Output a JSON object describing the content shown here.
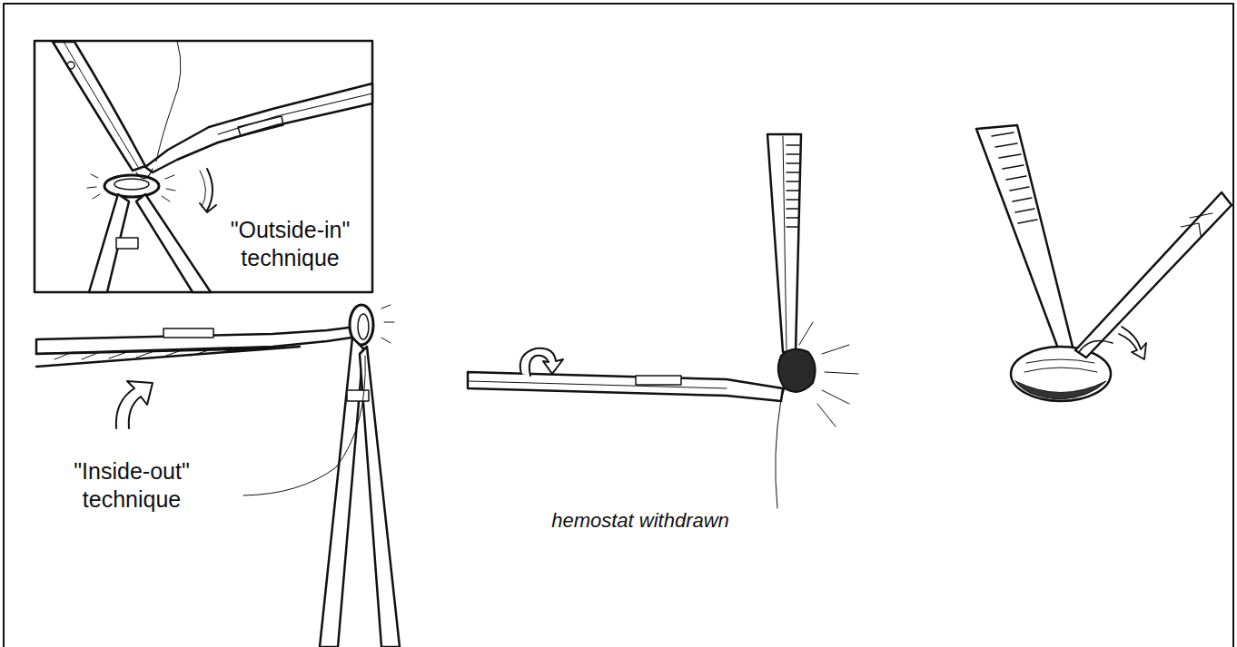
{
  "diagram": {
    "labels": [
      "\"Outside-in\" technique",
      "\"Inside-out\" technique",
      "hemostat withdrawn"
    ]
  }
}
